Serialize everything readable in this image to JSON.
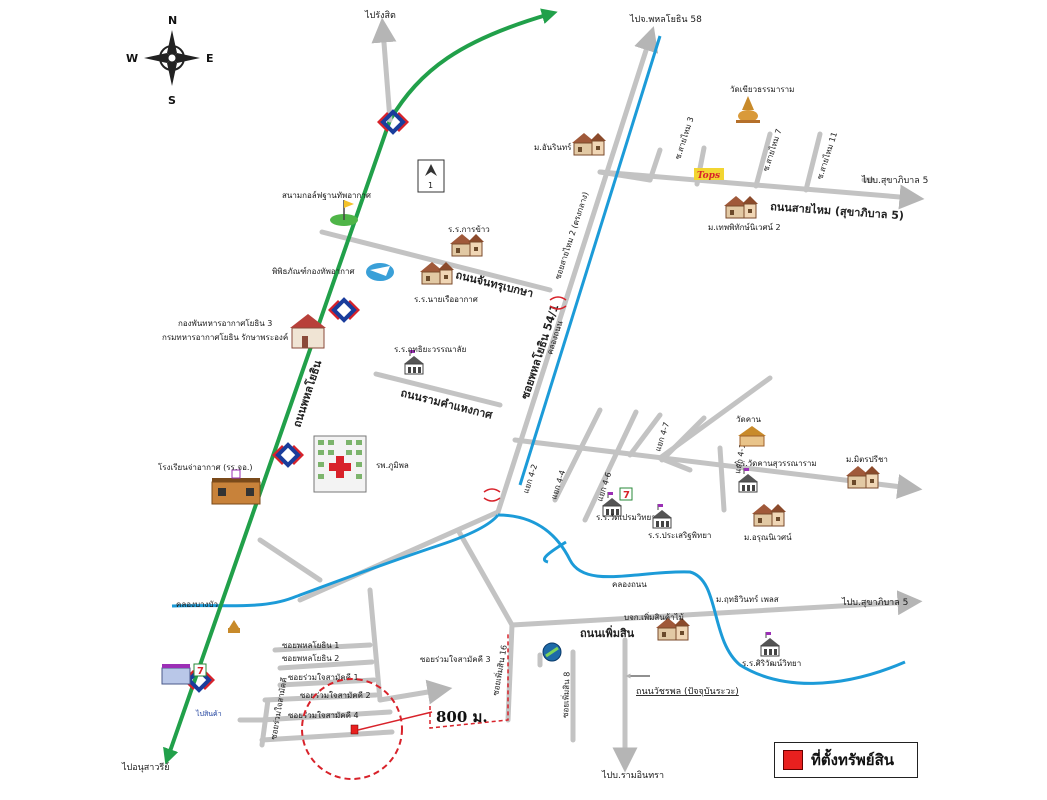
{
  "compass": {
    "n": "N",
    "s": "S",
    "e": "E",
    "w": "W"
  },
  "directions": {
    "to_rangsit": "ไปรังสิต",
    "to_phahon_58": "ไปจ.พหลโยธิน 58",
    "to_sukhaphiban5_top": "ไปบ.สุขาภิบาล 5",
    "to_sukhaphiban5_mid": "ไปบ.สุขาภิบาล 5",
    "to_bangkhen": "ไปอนุสาวรีย์",
    "to_ramintra": "ไปบ.รามอินทรา"
  },
  "roads": {
    "phahonyothin": "ถนนพหลโยธิน",
    "saimai": "ถนนสายไหม (สุขาภิบาล 5)",
    "chanthorn": "ถนนจันทรุเบกษา",
    "ratchaphakhakat": "ถนนรามคำแหงกาศ",
    "soi_phahon_54": "ซอยพหลโยธิน 54/1",
    "phermsin": "ถนนเพิ่มสิน",
    "khlong_bang_bua": "คลองบางบัว",
    "khlong_thanon": "คลองถนน",
    "khlong_right": "คลองถนน",
    "ratchawat": "ถนนวัชรพล (ปัจจุบันระวะ)"
  },
  "sois": {
    "saimai3": "ซ.สายไหม 3",
    "saimai7": "ซ.สายไหม 7",
    "saimai11": "ซ.สายไหม 11",
    "soi_42": "แยก 4-2",
    "soi_44": "แยก 4-4",
    "soi_46": "แยก 4-6",
    "soi_47": "แยก 4-7",
    "soi_413": "แยก 4-13",
    "soi_phermsin_16": "ซอยเพิ่มสิน 16",
    "soi_phermsin_8": "ซอยเพิ่มสิน 8",
    "soi_phat_1": "ซอยพหลโยธิน 1",
    "soi_phat_2": "ซอยพหลโยธิน 2",
    "soi_rai_1": "ซอยร่วมใจสามัคคี 1",
    "soi_rai_2": "ซอยร่วมใจสามัคคี 2",
    "soi_rai_3": "ซอยร่วมใจสามัคคี 3",
    "soi_rai_4": "ซอยร่วมใจสามัคคี 4",
    "soi_rai_left": "ซอยร่วมใจสามัคคี",
    "soi_vert": "ซอยสายไหม 2 (ตรงกลาง)"
  },
  "places": {
    "wat_saimai": "วัดเขียวธรรมาราม",
    "m_anarin": "ม.อันรินทร์",
    "m_thepnimit": "ม.เทพพิทักษ์นิเวศน์ 2",
    "tops": "Tops",
    "golf": "สนามกอล์ฟฐานทัพอากาศ",
    "rr_karachan": "ร.ร.การข้าว",
    "museum": "พิพิธภัณฑ์กองทัพอากาศ",
    "rr_nairuea": "ร.ร.นายเรืออากาศ",
    "airforce_hq": "กองพันทหารอากาศโยธิน 3",
    "airforce_hq2": "กรมทหารอากาศโยธิน รักษาพระองค์",
    "rr_jutha": "ร.ร.ฤทธิยะวรรณาลัย",
    "rr_jaoakad": "โรงเรียนจ่าอากาศ (รร.จอ.)",
    "hospital": "รพ.ภูมิพล",
    "wat_kan": "วัดคาน",
    "rr_wat_kan": "ร.ร.วัดคานสุวรรณาราม",
    "m_mitpricha": "ม.มิตรปรีชา",
    "rr_bangkhen": "ร.ร.วัดเปรมวิทยา",
    "rr_prasert": "ร.ร.ประเสริฐพิทยา",
    "m_arun": "ม.อรุณนิเวศน์",
    "m_kaset": "ม.ฤทธิวินทร์ เพลส",
    "bkk_phermsin": "บจก.เพิ่มสินค้าไม้",
    "rr_siri": "ร.ร.ศิริวัฒน์วิทยา",
    "seven_label": "7",
    "bts_label": "ไปสินค้า",
    "roundel": "1"
  },
  "distance": "800 ม.",
  "legend": {
    "label": "ที่ตั้งทรัพย์สิน"
  },
  "colors": {
    "road": "#c3c3c3",
    "main_road": "#21a04a",
    "canal": "#1c9bd8",
    "property": "#e8201f",
    "bts_blue": "#1a3d9c",
    "bts_red": "#d8222a"
  }
}
